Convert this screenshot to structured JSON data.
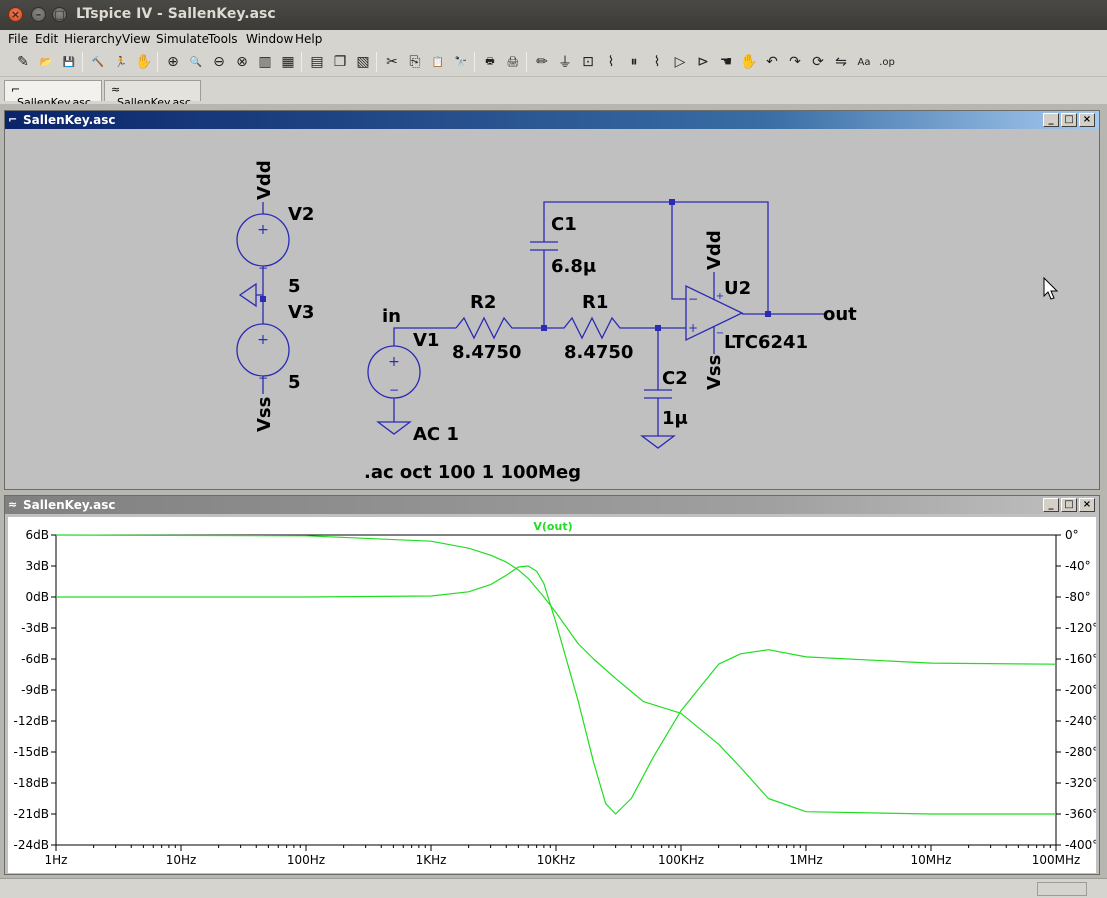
{
  "window": {
    "title": "LTspice IV - SallenKey.asc",
    "close_glyph": "×",
    "min_glyph": "–",
    "max_glyph": "□"
  },
  "menu": [
    "File",
    "Edit",
    "Hierarchy",
    "View",
    "Simulate",
    "Tools",
    "Window",
    "Help"
  ],
  "toolbar": {
    "icons": [
      "new-schematic-icon",
      "open-icon",
      "save-icon",
      "control-panel-icon",
      "run-icon",
      "halt-icon",
      "zoom-in-icon",
      "zoom-pan-icon",
      "zoom-out-icon",
      "zoom-cancel-icon",
      "autorange-icon",
      "fit-icon",
      "tile-horizontal-icon",
      "cascade-icon",
      "tile-vertical-icon",
      "cut-icon",
      "copy-icon",
      "paste-icon",
      "find-icon",
      "print-preview-icon",
      "print-icon",
      "wire-icon",
      "ground-icon",
      "label-net-icon",
      "resistor-icon",
      "capacitor-icon",
      "inductor-icon",
      "diode-icon",
      "component-icon",
      "move-icon",
      "drag-icon",
      "undo-icon",
      "redo-icon",
      "rotate-icon",
      "mirror-icon",
      "text-icon",
      "spice-directive-icon"
    ],
    "glyphs": [
      "✎",
      "📂",
      "💾",
      "🔨",
      "🏃",
      "✋",
      "⊕",
      "🔍",
      "⊖",
      "⊗",
      "▥",
      "▦",
      "▤",
      "❐",
      "▧",
      "✂",
      "⎘",
      "📋",
      "🔭",
      "🖶",
      "🖨",
      "✏",
      "⏚",
      "⊡",
      "⌇",
      "⏸",
      "⌇",
      "▷",
      "⊳",
      "☚",
      "✋",
      "↶",
      "↷",
      "⟳",
      "⇋",
      "Aa",
      ".op"
    ]
  },
  "tabs": [
    {
      "label": "SallenKey.asc",
      "icon": "schematic-icon",
      "glyph": "⌐"
    },
    {
      "label": "SallenKey.asc",
      "icon": "waveform-icon",
      "glyph": "≈"
    }
  ],
  "schematic_window": {
    "title": "SallenKey.asc",
    "labels": {
      "vdd_top": "Vdd",
      "v2": "V2",
      "v2_val": "5",
      "v3": "V3",
      "v3_val": "5",
      "vss_bottom": "Vss",
      "in": "in",
      "v1": "V1",
      "ac": "AC 1",
      "r2": "R2",
      "r2_val": "8.4750",
      "r1": "R1",
      "r1_val": "8.4750",
      "c1": "C1",
      "c1_val": "6.8μ",
      "c2": "C2",
      "c2_val": "1μ",
      "u2": "U2",
      "u2_part": "LTC6241",
      "opamp_vdd": "Vdd",
      "opamp_vss": "Vss",
      "out": "out",
      "directive": ".ac oct 100 1 100Meg",
      "plus": "+",
      "minus": "−"
    }
  },
  "waveform_window": {
    "title": "SallenKey.asc"
  },
  "chart_data": {
    "type": "line",
    "title": "V(out)",
    "x_scale": "log",
    "xlim": [
      "1Hz",
      "100MHz"
    ],
    "x_ticks": [
      "1Hz",
      "10Hz",
      "100Hz",
      "1KHz",
      "10KHz",
      "100KHz",
      "1MHz",
      "10MHz",
      "100MHz"
    ],
    "x_tick_values": [
      1,
      10,
      100,
      1000,
      10000,
      100000,
      1000000,
      10000000,
      100000000
    ],
    "y_left_ticks": [
      "6dB",
      "3dB",
      "0dB",
      "-3dB",
      "-6dB",
      "-9dB",
      "-12dB",
      "-15dB",
      "-18dB",
      "-21dB",
      "-24dB"
    ],
    "y_left_values": [
      6,
      3,
      0,
      -3,
      -6,
      -9,
      -12,
      -15,
      -18,
      -21,
      -24
    ],
    "ylim_left": [
      -24,
      6
    ],
    "y_right_ticks": [
      "0°",
      "-40°",
      "-80°",
      "-120°",
      "-160°",
      "-200°",
      "-240°",
      "-280°",
      "-320°",
      "-360°",
      "-400°"
    ],
    "y_right_values": [
      0,
      -40,
      -80,
      -120,
      -160,
      -200,
      -240,
      -280,
      -320,
      -360,
      -400
    ],
    "ylim_right": [
      -400,
      0
    ],
    "color": "#22dd22",
    "series": [
      {
        "name": "magnitude (dB)",
        "axis": "left",
        "x": [
          1,
          100,
          1000,
          2000,
          3000,
          4000,
          5000,
          6000,
          7000,
          8000,
          10000,
          15000,
          20000,
          25000,
          30000,
          40000,
          60000,
          100000,
          200000,
          300000,
          500000,
          1000000,
          10000000,
          100000000
        ],
        "y": [
          0,
          0,
          0.1,
          0.5,
          1.2,
          2.1,
          2.9,
          3.0,
          2.5,
          1.3,
          -2.5,
          -10,
          -16,
          -20,
          -21,
          -19.5,
          -15.5,
          -11,
          -6.5,
          -5.5,
          -5.1,
          -5.8,
          -6.4,
          -6.5
        ]
      },
      {
        "name": "phase (°)",
        "axis": "right",
        "x": [
          1,
          100,
          1000,
          2000,
          3000,
          4000,
          5000,
          6000,
          8000,
          10000,
          15000,
          20000,
          30000,
          50000,
          100000,
          200000,
          300000,
          500000,
          1000000,
          10000000,
          100000000
        ],
        "y": [
          0,
          -1,
          -8,
          -17,
          -26,
          -35,
          -45,
          -56,
          -80,
          -100,
          -140,
          -160,
          -185,
          -215,
          -230,
          -270,
          -300,
          -340,
          -357,
          -360,
          -360
        ]
      }
    ]
  }
}
